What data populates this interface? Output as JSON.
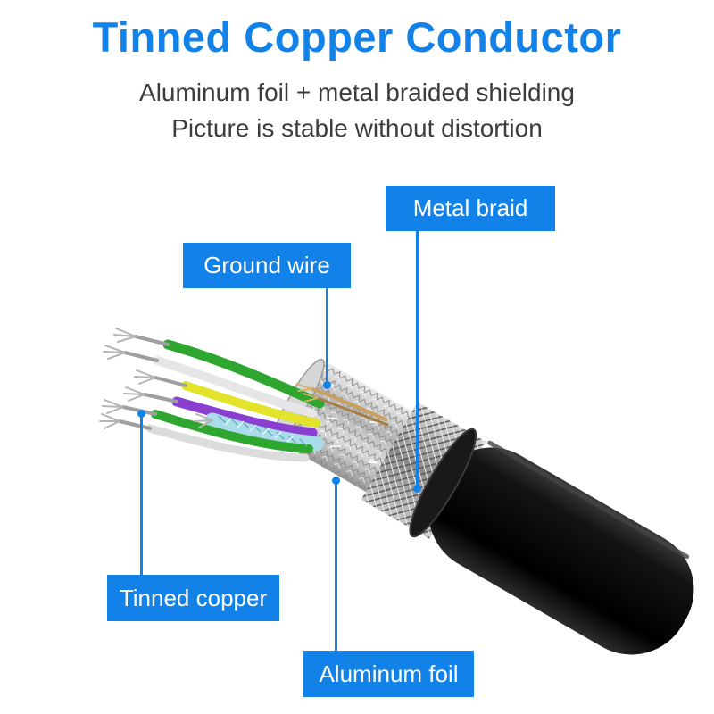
{
  "page": {
    "title": "Tinned Copper Conductor",
    "subtitle_line1": "Aluminum foil + metal braided shielding",
    "subtitle_line2": "Picture is stable without distortion"
  },
  "labels": {
    "metal_braid": "Metal braid",
    "ground_wire": "Ground wire",
    "tinned_copper": "Tinned copper",
    "aluminum_foil": "Aluminum foil"
  },
  "colors": {
    "accent_blue": "#1282e8",
    "subtitle_text": "#3c3c3c",
    "label_text": "#ffffff",
    "cable_jacket": "#141414",
    "aluminum_foil_layer": "#c9c9c9",
    "metal_braid_layer": "#b5b5b5",
    "wire_green": "#2fa62f",
    "wire_yellow": "#e3e32b",
    "wire_purple": "#8a3fd0",
    "wire_white": "#e6e6e6",
    "shield_cyan": "#a8dce8",
    "ground_wire_copper": "#c9a05e",
    "tinned_tip": "#9f9f9f"
  }
}
